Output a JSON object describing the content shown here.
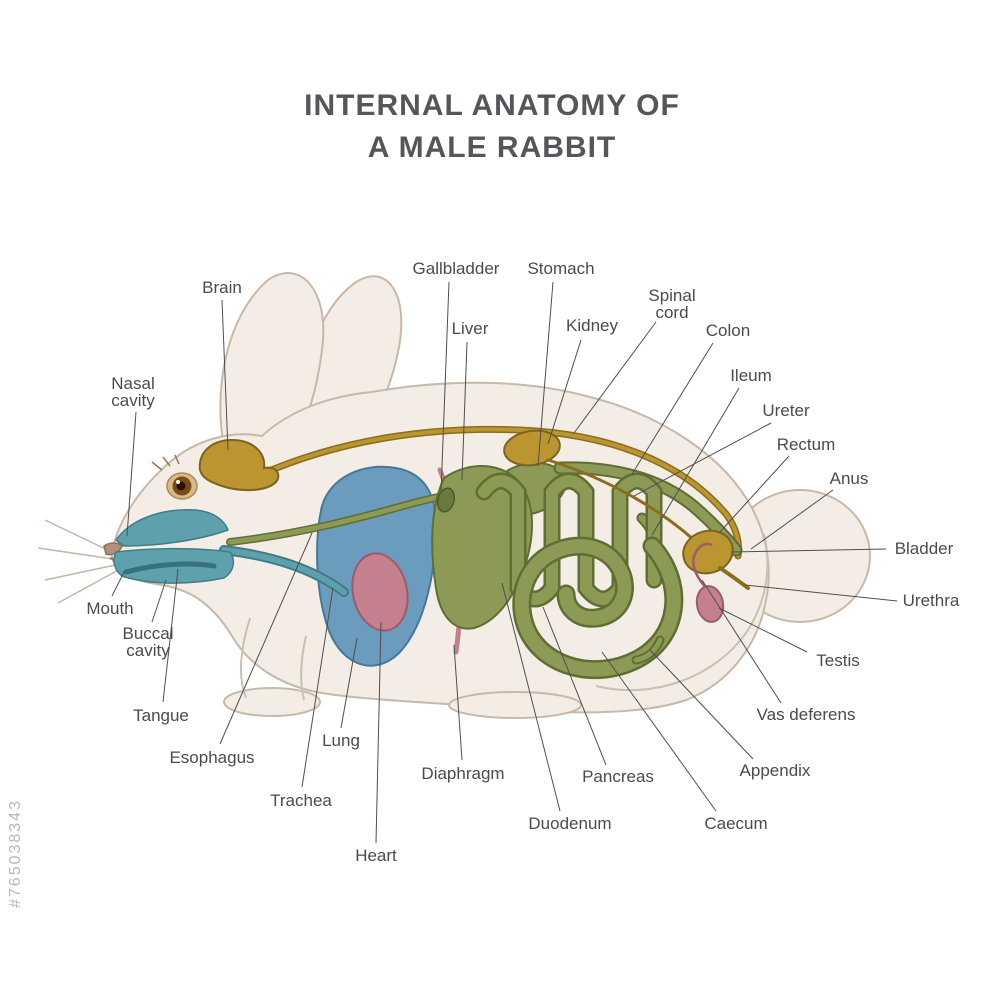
{
  "title": {
    "line1": "INTERNAL ANATOMY OF",
    "line2": "A MALE RABBIT"
  },
  "watermark": "#765038343",
  "colors": {
    "body": "#f3ede5",
    "body_outline": "#c7b9a9",
    "respiratory_blue": "#6b9cbd",
    "oral_cavity_teal": "#5fa0ad",
    "digestive_olive": "#8c9a55",
    "digestive_outline": "#5f6e33",
    "urinary_mustard": "#bb952f",
    "cardiovascular_pink": "#c5808f",
    "label_text": "#4b4b4d",
    "title_text": "#55565a"
  },
  "labels": {
    "brain": {
      "text": "Brain"
    },
    "nasal_cavity": {
      "lines": [
        "Nasal",
        "cavity"
      ]
    },
    "mouth": {
      "text": "Mouth"
    },
    "buccal_cavity": {
      "lines": [
        "Buccal",
        "cavity"
      ]
    },
    "tangue": {
      "text": "Tangue"
    },
    "esophagus": {
      "text": "Esophagus"
    },
    "trachea": {
      "text": "Trachea"
    },
    "lung": {
      "text": "Lung"
    },
    "heart": {
      "text": "Heart"
    },
    "diaphragm": {
      "text": "Diaphragm"
    },
    "gallbladder": {
      "text": "Gallbladder"
    },
    "liver": {
      "text": "Liver"
    },
    "stomach": {
      "text": "Stomach"
    },
    "kidney": {
      "text": "Kidney"
    },
    "spinal_cord": {
      "lines": [
        "Spinal",
        "cord"
      ]
    },
    "colon": {
      "text": "Colon"
    },
    "ileum": {
      "text": "Ileum"
    },
    "ureter": {
      "text": "Ureter"
    },
    "rectum": {
      "text": "Rectum"
    },
    "anus": {
      "text": "Anus"
    },
    "bladder": {
      "text": "Bladder"
    },
    "urethra": {
      "text": "Urethra"
    },
    "testis": {
      "text": "Testis"
    },
    "vas_deferens": {
      "text": "Vas deferens"
    },
    "appendix": {
      "text": "Appendix"
    },
    "caecum": {
      "text": "Caecum"
    },
    "pancreas": {
      "text": "Pancreas"
    },
    "duodenum": {
      "text": "Duodenum"
    }
  }
}
